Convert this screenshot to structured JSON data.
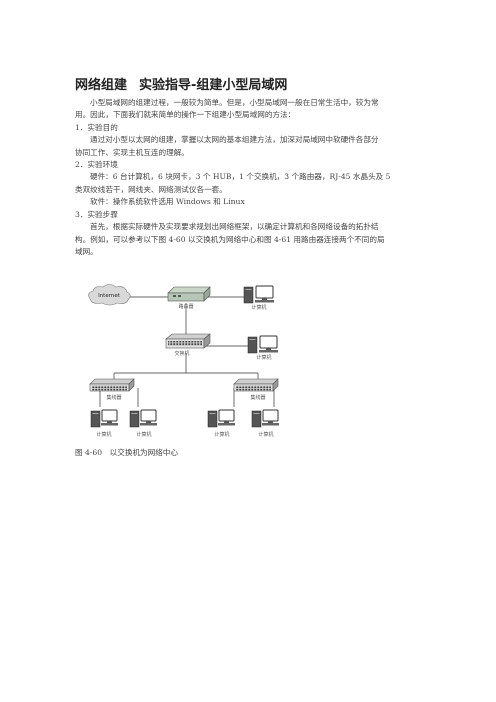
{
  "document": {
    "title_part1": "网络组建",
    "title_part2": "实验指导-组建小型局域网",
    "intro_line1": "小型局域网的组建过程，一般较为简单。但是，小型局域网一般在日常生活中，较为常",
    "intro_line2": "用。因此，下面我们就来简单的操作一下组建小型局域网的方法：",
    "s1_heading": "1．实验目的",
    "s1_line1": "通过对小型以太网的组建，掌握以太网的基本组建方法，加深对局域网中软硬件各部分",
    "s1_line2": "协同工作、实现主机互连的理解。",
    "s2_heading": "2．实验环境",
    "s2_hw_line1": "硬件：6 台计算机，6 块网卡，3 个 HUB，1 个交换机，3 个路由器，RJ-45 水晶头及 5",
    "s2_hw_line2": "类双绞线若干，网线夹、网络测试仪各一套。",
    "s2_sw": "软件：操作系统软件选用 Windows 和 Linux",
    "s3_heading": "3．实验步骤",
    "s3_line1": "首先，根据实际硬件及实现要求规划出网络框架，以确定计算机和各网络设备的拓扑结",
    "s3_line2": "构。例如，可以参考以下图 4-60 以交换机为网络中心和图 4-61 用路由器连接两个不同的局",
    "s3_line3": "域网。",
    "caption": "图 4-60　以交换机为网络中心"
  },
  "diagram": {
    "internet_label": "Internet",
    "router_label": "路由器",
    "switch_label": "交换机",
    "hub_left_label": "集线器",
    "hub_right_label": "集线器",
    "pc_router_label": "计算机",
    "pc_switch_label": "计算机",
    "pc1_label": "计算机",
    "pc2_label": "计算机",
    "pc3_label": "计算机",
    "pc4_label": "计算机"
  }
}
